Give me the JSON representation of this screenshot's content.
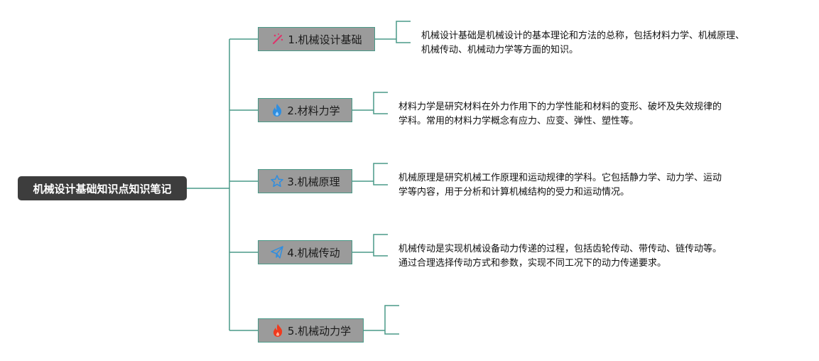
{
  "diagram": {
    "root": {
      "label": "机械设计基础知识点知识笔记"
    },
    "colors": {
      "connector": "#4a9a88",
      "root_bg": "#3d3d3d",
      "topic_bg": "#9b9b9b"
    },
    "topics": [
      {
        "label": "1.机械设计基础",
        "icon": "magic-wand-icon",
        "note_lines": [
          "机械设计基础是机械设计的基本理论和方法的总称，包括材料力学、机械原理、",
          "机械传动、机械动力学等方面的知识。"
        ]
      },
      {
        "label": "2.材料力学",
        "icon": "flame-blue-icon",
        "note_lines": [
          "材料力学是研究材料在外力作用下的力学性能和材料的变形、破坏及失效规律的",
          "学科。常用的材料力学概念有应力、应变、弹性、塑性等。"
        ]
      },
      {
        "label": "3.机械原理",
        "icon": "star-outline-icon",
        "note_lines": [
          "机械原理是研究机械工作原理和运动规律的学科。它包括静力学、动力学、运动",
          "学等内容，用于分析和计算机械结构的受力和运动情况。"
        ]
      },
      {
        "label": "4.机械传动",
        "icon": "paper-plane-icon",
        "note_lines": [
          "机械传动是实现机械设备动力传递的过程，包括齿轮传动、带传动、链传动等。",
          "通过合理选择传动方式和参数，实现不同工况下的动力传递要求。"
        ]
      },
      {
        "label": "5.机械动力学",
        "icon": "flame-red-icon",
        "note_lines": []
      }
    ]
  }
}
